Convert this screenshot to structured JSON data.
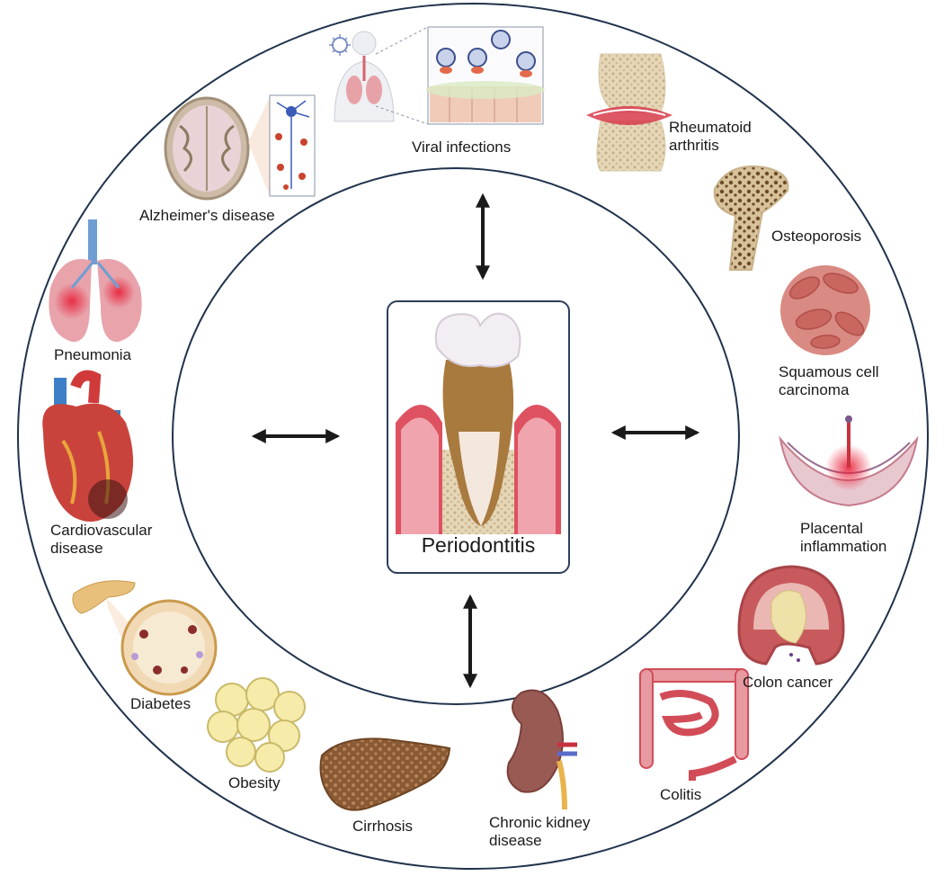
{
  "center": {
    "label": "Periodontitis"
  },
  "conditions": {
    "viral_infections": "Viral infections",
    "rheumatoid_arthritis": "Rheumatoid\narthritis",
    "alzheimers": "Alzheimer's disease",
    "osteoporosis": "Osteoporosis",
    "pneumonia": "Pneumonia",
    "squamous_cell_carcinoma": "Squamous cell\ncarcinoma",
    "cardiovascular": "Cardiovascular\ndisease",
    "placental_inflammation": "Placental\ninflammation",
    "colon_cancer": "Colon cancer",
    "diabetes": "Diabetes",
    "obesity": "Obesity",
    "colitis": "Colitis",
    "cirrhosis": "Cirrhosis",
    "chronic_kidney": "Chronic kidney\ndisease"
  },
  "colors": {
    "ring": "#20324c",
    "arrow": "#1a1a1a",
    "gum": "#d94a5c",
    "bone": "#e8dcc6",
    "tooth_crown": "#f3eef3",
    "calculus": "#a87a3e"
  },
  "icons": [
    "virus-icon",
    "lungs-body-icon",
    "epithelium-virus-icon",
    "joint-icon",
    "brain-icon",
    "neuron-icon",
    "bone-icon",
    "lungs-icon",
    "carcinoma-cells-icon",
    "heart-icon",
    "placenta-icon",
    "colon-tumor-icon",
    "pancreas-icon",
    "adipocytes-icon",
    "intestine-icon",
    "liver-icon",
    "kidney-icon",
    "tooth-icon"
  ]
}
